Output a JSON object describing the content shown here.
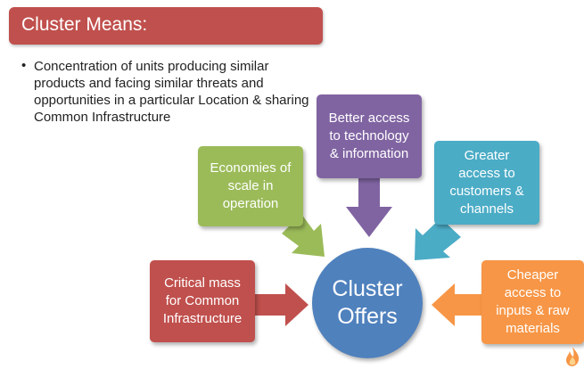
{
  "banner": {
    "title": "Cluster Means:"
  },
  "bullet": {
    "text": "Concentration of units producing similar products and facing similar threats and opportunities in a particular Location & sharing Common Infrastructure"
  },
  "center": {
    "line1": "Cluster",
    "line2": "Offers"
  },
  "boxes": {
    "economies": {
      "line1": "Economies of",
      "line2": "scale in",
      "line3": "operation"
    },
    "better": {
      "line1": "Better access",
      "line2": "to technology",
      "line3": "& information"
    },
    "greater": {
      "line1": "Greater",
      "line2": "access to",
      "line3": "customers &",
      "line4": "channels"
    },
    "critical": {
      "line1": "Critical mass",
      "line2": "for Common",
      "line3": "Infrastructure"
    },
    "cheaper": {
      "line1": "Cheaper",
      "line2": "access to",
      "line3": "inputs & raw",
      "line4": "materials"
    }
  },
  "colors": {
    "red": "#c0504d",
    "green": "#9bbb59",
    "purple": "#8064a2",
    "aqua": "#4bacc6",
    "orange": "#f79646",
    "blue": "#4f81bd"
  },
  "icons": {
    "corner_logo": "flame-logo-icon"
  }
}
